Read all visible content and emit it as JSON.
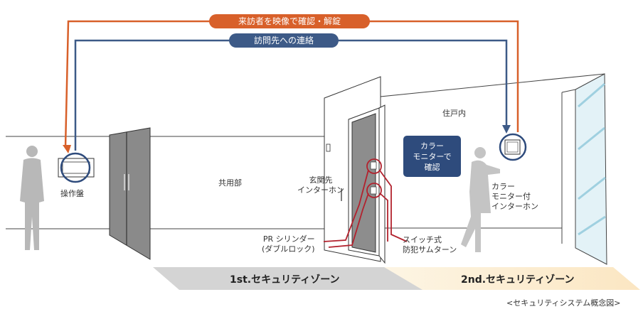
{
  "top_arrows": {
    "orange_label": "来訪者を映像で確認・解錠",
    "blue_label": "訪問先への連絡",
    "orange_color": "#d8602a",
    "blue_color": "#3d5a87"
  },
  "labels": {
    "control_panel": "操作盤",
    "common_area": "共用部",
    "entrance_intercom_line1": "玄関先",
    "entrance_intercom_line2": "インターホン",
    "inside_unit": "住戸内",
    "color_monitor_line1": "カラー",
    "color_monitor_line2": "モニターで",
    "color_monitor_line3": "確認",
    "monitor_intercom_line1": "カラー",
    "monitor_intercom_line2": "モニター付",
    "monitor_intercom_line3": "インターホン",
    "pr_cylinder_line1": "PR シリンダー",
    "pr_cylinder_line2": "(ダブルロック)",
    "switch_line1": "スイッチ式",
    "switch_line2": "防犯サムターン"
  },
  "zones": {
    "first": "1st.セキュリティゾーン",
    "second": "2nd.セキュリティゾーン"
  },
  "caption": "<セキュリティシステム概念図>"
}
